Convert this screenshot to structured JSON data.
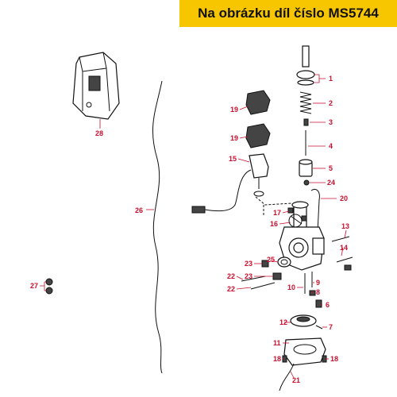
{
  "banner": {
    "text": "Na obrázku díl číslo MS5744",
    "background": "#f7c600"
  },
  "label_color": "#c8102e",
  "callouts": [
    "1",
    "2",
    "3",
    "4",
    "5",
    "24",
    "20",
    "19",
    "19",
    "15",
    "17",
    "16",
    "13",
    "14",
    "23",
    "23",
    "25",
    "22",
    "22",
    "10",
    "9",
    "8",
    "6",
    "12",
    "7",
    "11",
    "18",
    "18",
    "21",
    "26",
    "27",
    "28"
  ]
}
